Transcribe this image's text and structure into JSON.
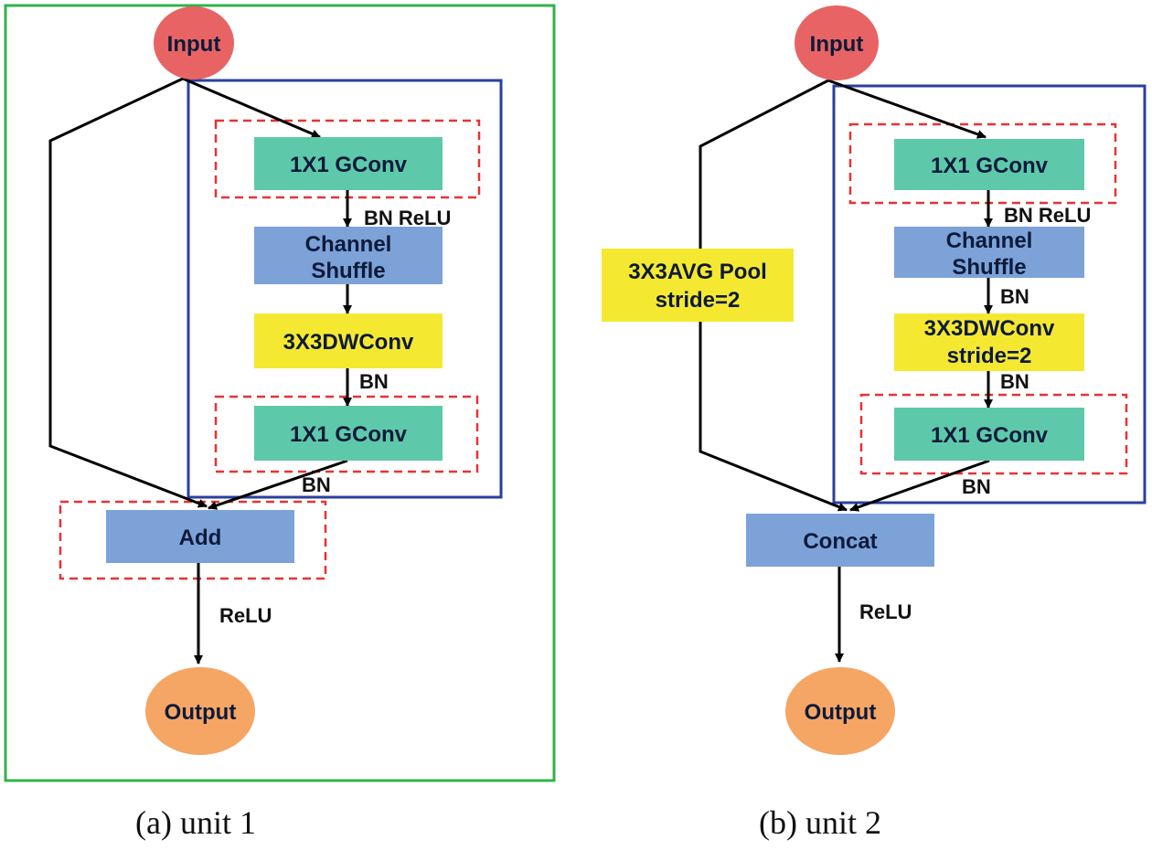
{
  "colors": {
    "frame_outer": "#2fb34a",
    "frame_inner": "#2a3f9e",
    "group_dashed": "#e83232",
    "io_node": "#e86464",
    "output_node": "#f5a564",
    "gconv_block": "#5ec9aa",
    "shuffle_block": "#7ca2d8",
    "dwconv_block": "#f5e831",
    "pool_block": "#f5e831",
    "merge_block": "#7ca2d8",
    "arrow": "#000000"
  },
  "unit1": {
    "caption": "(a) unit 1",
    "input": "Input",
    "gconv1": "1X1 GConv",
    "bn_relu": "BN ReLU",
    "shuffle_line1": "Channel",
    "shuffle_line2": "Shuffle",
    "dwconv": "3X3DWConv",
    "bn_after_dw": "BN",
    "gconv2": "1X1 GConv",
    "bn_after_gconv2": "BN",
    "merge": "Add",
    "relu": "ReLU",
    "output": "Output"
  },
  "unit2": {
    "caption": "(b) unit 2",
    "input": "Input",
    "pool_line1": "3X3AVG Pool",
    "pool_line2": "stride=2",
    "gconv1": "1X1 GConv",
    "bn_relu": "BN ReLU",
    "shuffle_line1": "Channel",
    "shuffle_line2": "Shuffle",
    "bn_after_shuffle": "BN",
    "dwconv_line1": "3X3DWConv",
    "dwconv_line2": "stride=2",
    "bn_after_dw": "BN",
    "gconv2": "1X1 GConv",
    "bn_after_gconv2": "BN",
    "merge": "Concat",
    "relu": "ReLU",
    "output": "Output"
  }
}
